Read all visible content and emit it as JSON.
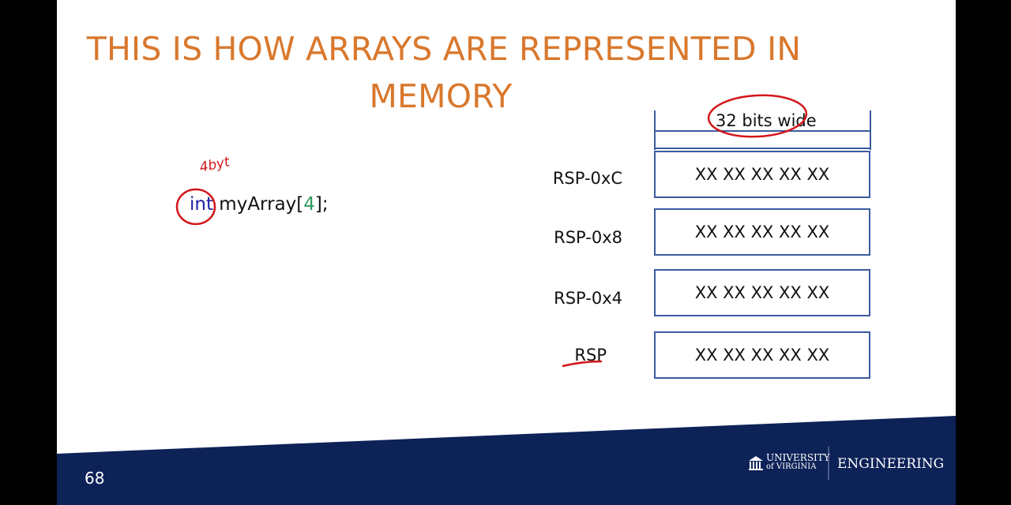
{
  "slide": {
    "title_line1": "THIS IS HOW ARRAYS ARE REPRESENTED IN",
    "title_line2": "MEMORY",
    "page_number": "68"
  },
  "code": {
    "keyword": "int",
    "identifier": " myArray[",
    "size": "4",
    "suffix": "];"
  },
  "memory": {
    "width_label": "32 bits wide",
    "rows": [
      {
        "register": "RSP-0xC",
        "value": "XX XX XX XX XX"
      },
      {
        "register": "RSP-0x8",
        "value": "XX XX XX XX XX"
      },
      {
        "register": "RSP-0x4",
        "value": "XX XX XX XX XX"
      },
      {
        "register": "RSP",
        "value": "XX XX XX XX XX"
      }
    ]
  },
  "annotations": {
    "handwritten_note": "4byt"
  },
  "footer": {
    "university_line1": "UNIVERSITY",
    "university_line2": "of VIRGINIA",
    "department": "ENGINEERING"
  },
  "colors": {
    "title": "#d9782d",
    "footer_band": "#0d2257",
    "cell_border": "#3b5aa0",
    "keyword": "#1f1fa5",
    "number": "#2f9b5e",
    "annotation_ink": "#d2161b"
  }
}
